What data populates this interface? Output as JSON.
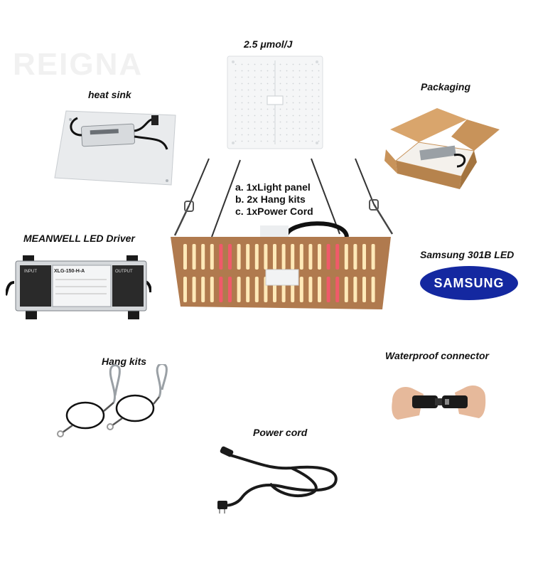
{
  "captions": {
    "efficiency": "2.5 μmol/J",
    "heat_sink": "heat sink",
    "packaging": "Packaging",
    "driver": "MEANWELL LED Driver",
    "led": "Samsung 301B LED",
    "hang_kits": "Hang kits",
    "waterproof": "Waterproof connector",
    "power_cord": "Power cord"
  },
  "kit_list": [
    "a. 1xLight panel",
    "b. 2x Hang kits",
    "c. 1xPower Cord"
  ],
  "samsung_logo": "SAMSUNG",
  "driver_label": "XLG-150-H-A",
  "driver_input": "INPUT",
  "driver_output": "OUTPUT",
  "watermark": "REIGNA",
  "colors": {
    "samsung_blue": "#1428a0",
    "panel_board": "#b07a4e",
    "led_warm": "#ffe9b8",
    "led_red": "#f05a6a",
    "cardboard": "#c8935a"
  }
}
